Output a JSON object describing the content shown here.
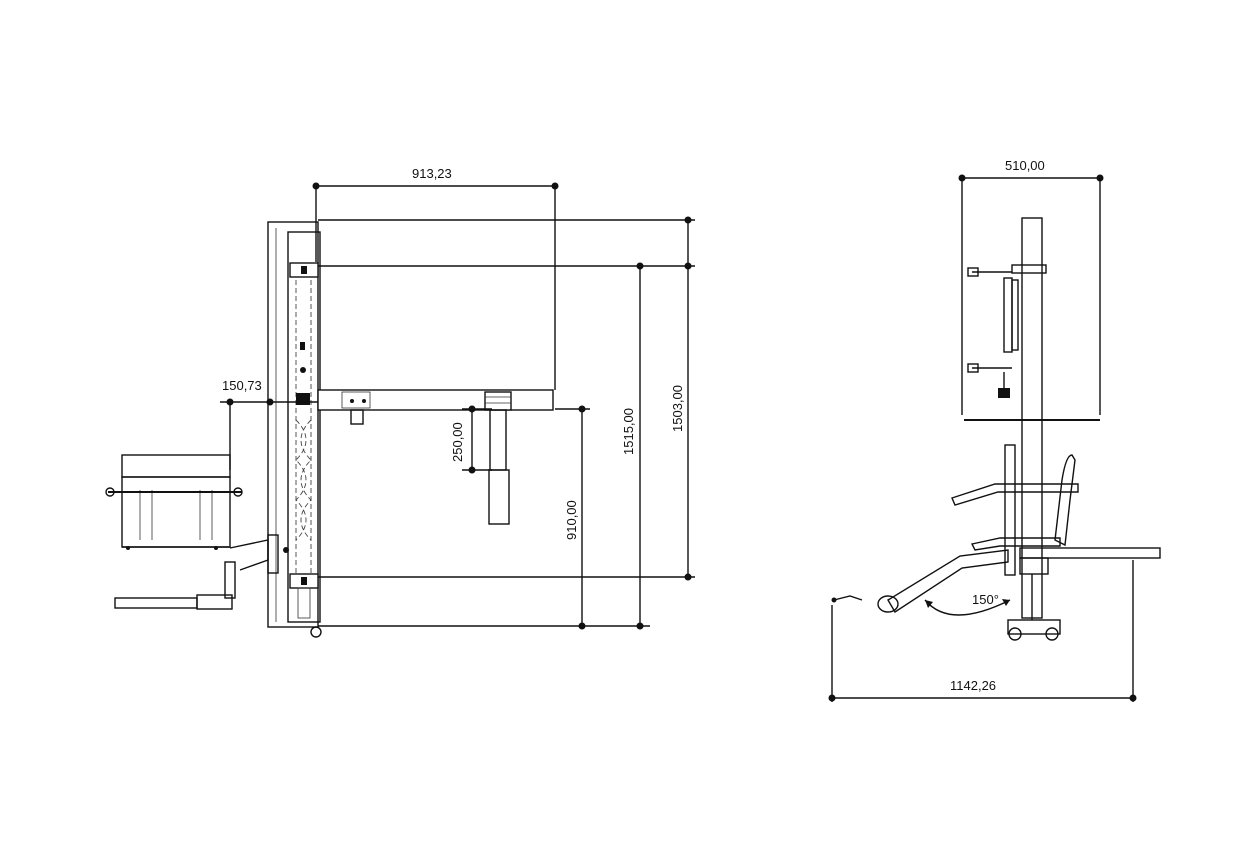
{
  "side_view": {
    "dims": {
      "top_width": "913,23",
      "arm_offset": "150,73",
      "arm_drop": "250,00",
      "height_low": "910,00",
      "height_mid": "1515,00",
      "height_total": "1503,00"
    }
  },
  "front_view": {
    "dims": {
      "panel_width": "510,00",
      "footprint_length": "1142,26",
      "angle": "150°"
    }
  }
}
